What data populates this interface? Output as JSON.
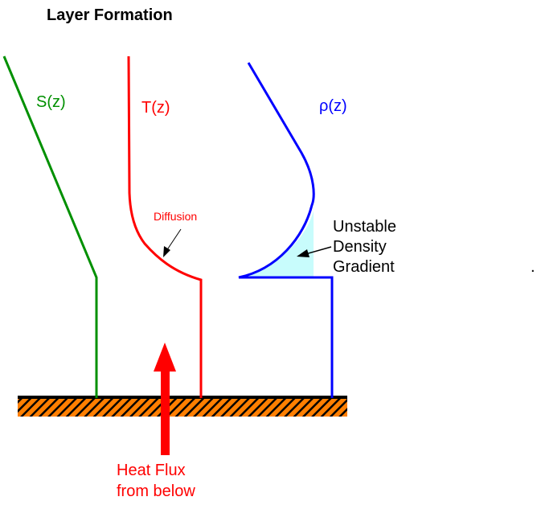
{
  "title": "Layer Formation",
  "labels": {
    "salinity": "S(z)",
    "temperature": "T(z)",
    "density": "ρ(z)",
    "diffusion": "Diffusion",
    "unstable_line1": "Unstable",
    "unstable_line2": "Density",
    "unstable_line3": "Gradient",
    "dot": ".",
    "heat_line1": "Heat Flux",
    "heat_line2": "from below"
  },
  "colors": {
    "salinity": "#009000",
    "temperature": "#ff0000",
    "density": "#0000ff",
    "unstable_fill": "#c8fcfc",
    "ground": "#ff7f00"
  }
}
